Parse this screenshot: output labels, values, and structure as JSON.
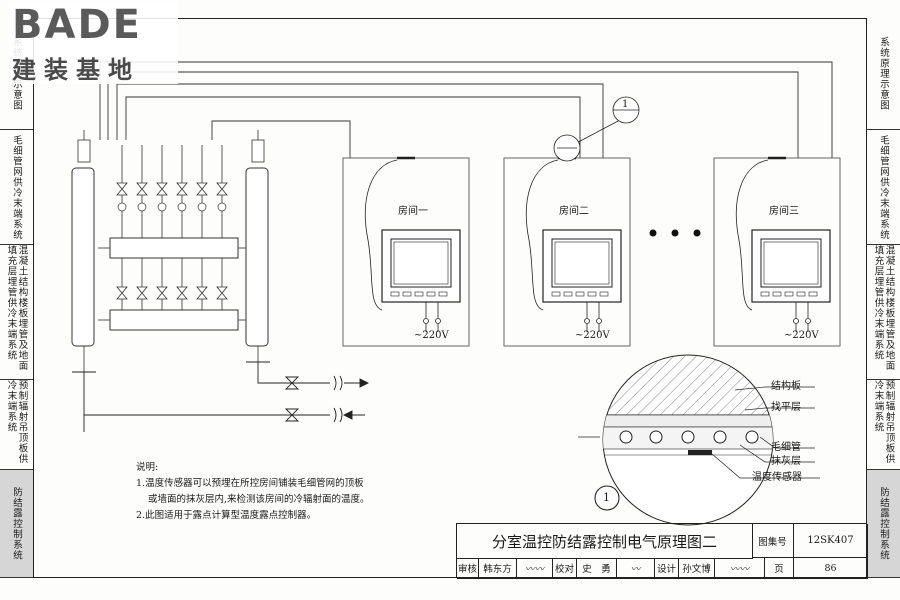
{
  "logo": {
    "line1": "BADE",
    "line2": "建装基地"
  },
  "right_tabs": [
    "系统原理示意图",
    "毛细管网供冷末端系统",
    "混凝土结构楼板埋管及地面填充层埋管供冷末端系统",
    "预制辐射吊顶板供冷末端系统",
    "防结露控制系统"
  ],
  "left_tabs": [
    "系统原理示意图",
    "毛细管网供冷末端系统",
    "混凝土结构楼板埋管及地面填充层埋管供冷末端系统",
    "预制辐射吊顶板供冷末端系统",
    "防结露控制系统"
  ],
  "rooms": [
    {
      "name": "房间一",
      "voltage": "~220V"
    },
    {
      "name": "房间二",
      "voltage": "~220V"
    },
    {
      "name": "房间三",
      "voltage": "~220V"
    }
  ],
  "detail_callout": "1",
  "detail_labels": [
    "结构板",
    "找平层",
    "毛细管",
    "抹灰层",
    "温度传感器"
  ],
  "notes": {
    "heading": "说明:",
    "items": [
      "1.温度传感器可以预埋在所控房间铺装毛细管网的顶板",
      "或墙面的抹灰层内,来检测该房间的冷辐射面的温度。",
      "2.此图适用于露点计算型温度露点控制器。"
    ]
  },
  "title_block": {
    "title": "分室温控防结露控制电气原理图二",
    "atlas_label": "图集号",
    "atlas_no": "12SK407",
    "review_label": "审核",
    "reviewer": "韩东方",
    "check_label": "校对",
    "checker": "史　勇",
    "design_label": "设计",
    "designer": "孙文博",
    "page_label": "页",
    "page_no": "86"
  }
}
